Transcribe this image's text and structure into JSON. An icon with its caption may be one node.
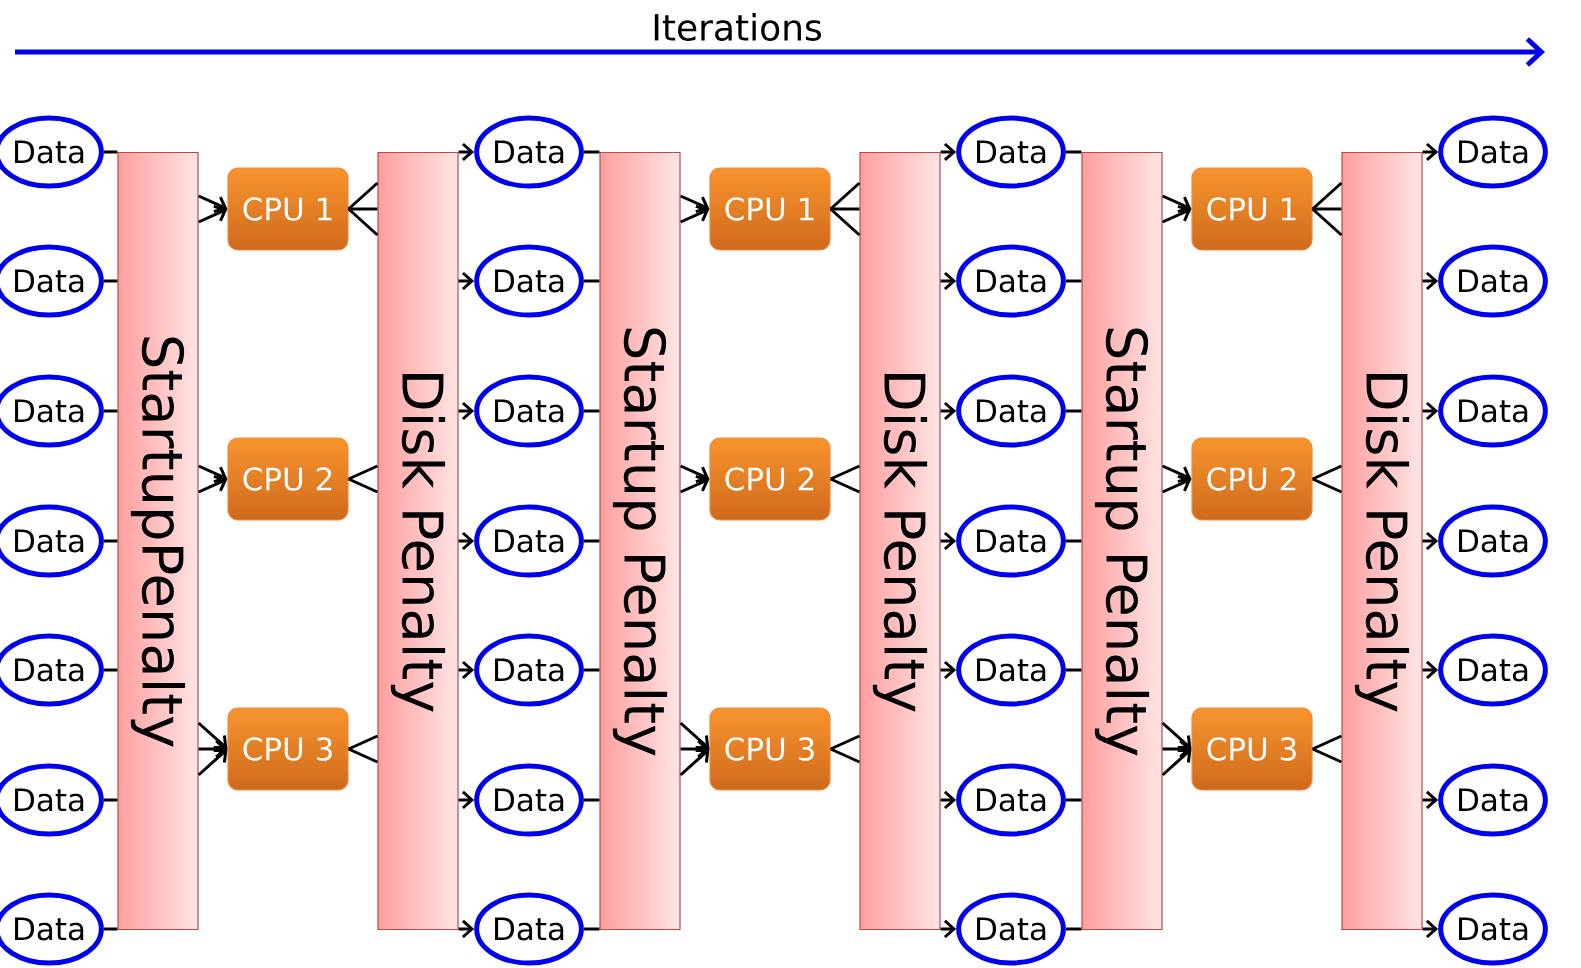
{
  "diagram": {
    "nodes": [
      {
        "text": [
          "Data"
        ]
      },
      {
        "text": [
          "Data"
        ]
      },
      {
        "text": [
          "Data"
        ]
      },
      {
        "text": [
          "Data"
        ]
      },
      {
        "text": [
          "Data"
        ]
      },
      {
        "text": [
          "Data"
        ]
      },
      {
        "text": [
          "Data"
        ]
      },
      {
        "text": [
          "StartupPenalty"
        ]
      },
      {
        "text": [
          "CPU 1"
        ]
      },
      {
        "text": [
          "CPU 2"
        ]
      },
      {
        "text": [
          "CPU 3"
        ]
      },
      {
        "text": [
          "Disk Penalty"
        ]
      },
      {
        "text": [
          "Data"
        ]
      },
      {
        "text": [
          "Data"
        ]
      },
      {
        "text": [
          "Data"
        ]
      },
      {
        "text": [
          "Data"
        ]
      },
      {
        "text": [
          "Data"
        ]
      },
      {
        "text": [
          "Data"
        ]
      },
      {
        "text": [
          "Data"
        ]
      },
      {
        "text": [
          "Startup Penalty"
        ]
      },
      {
        "text": [
          "CPU 1"
        ]
      },
      {
        "text": [
          "CPU 2"
        ]
      },
      {
        "text": [
          "CPU 3"
        ]
      },
      {
        "text": [
          "Disk Penalty"
        ]
      },
      {
        "text": [
          "Data"
        ]
      },
      {
        "text": [
          "Data"
        ]
      },
      {
        "text": [
          "Data"
        ]
      },
      {
        "text": [
          "Data"
        ]
      },
      {
        "text": [
          "Data"
        ]
      },
      {
        "text": [
          "Data"
        ]
      },
      {
        "text": [
          "Data"
        ]
      },
      {
        "text": [
          "Startup Penalty"
        ]
      },
      {
        "text": [
          "CPU 1"
        ]
      },
      {
        "text": [
          "CPU 2"
        ]
      },
      {
        "text": [
          "CPU 3"
        ]
      },
      {
        "text": [
          "Disk Penalty"
        ]
      },
      {
        "text": [
          "Data"
        ]
      },
      {
        "text": [
          "Data"
        ]
      },
      {
        "text": [
          "Data"
        ]
      },
      {
        "text": [
          "Data"
        ]
      },
      {
        "text": [
          "Data"
        ]
      },
      {
        "text": [
          "Data"
        ]
      },
      {
        "text": [
          "Data"
        ]
      }
    ],
    "edges": [
      {
        "from": 0,
        "to": 7,
        "arrow": "none"
      },
      {
        "from": 1,
        "to": 7,
        "arrow": "none"
      },
      {
        "from": 2,
        "to": 7,
        "arrow": "none"
      },
      {
        "from": 3,
        "to": 7,
        "arrow": "none"
      },
      {
        "from": 4,
        "to": 7,
        "arrow": "none"
      },
      {
        "from": 5,
        "to": 7,
        "arrow": "none"
      },
      {
        "from": 6,
        "to": 7,
        "arrow": "none"
      },
      {
        "from": 7,
        "to": 8,
        "arrow": "to"
      },
      {
        "from": 7,
        "to": 8,
        "arrow": "to"
      },
      {
        "from": 7,
        "to": 9,
        "arrow": "to"
      },
      {
        "from": 7,
        "to": 9,
        "arrow": "to"
      },
      {
        "from": 7,
        "to": 10,
        "arrow": "to"
      },
      {
        "from": 7,
        "to": 10,
        "arrow": "to"
      },
      {
        "from": 7,
        "to": 10,
        "arrow": "to"
      },
      {
        "from": 8,
        "to": 11,
        "arrow": "none"
      },
      {
        "from": 8,
        "to": 11,
        "arrow": "none"
      },
      {
        "from": 8,
        "to": 11,
        "arrow": "none"
      },
      {
        "from": 9,
        "to": 11,
        "arrow": "none"
      },
      {
        "from": 9,
        "to": 11,
        "arrow": "none"
      },
      {
        "from": 10,
        "to": 11,
        "arrow": "none"
      },
      {
        "from": 10,
        "to": 11,
        "arrow": "none"
      },
      {
        "from": 11,
        "to": 12,
        "arrow": "to"
      },
      {
        "from": 11,
        "to": 13,
        "arrow": "to"
      },
      {
        "from": 11,
        "to": 14,
        "arrow": "to"
      },
      {
        "from": 11,
        "to": 15,
        "arrow": "to"
      },
      {
        "from": 11,
        "to": 16,
        "arrow": "to"
      },
      {
        "from": 11,
        "to": 17,
        "arrow": "to"
      },
      {
        "from": 11,
        "to": 18,
        "arrow": "to"
      },
      {
        "from": 12,
        "to": 19,
        "arrow": "none"
      },
      {
        "from": 13,
        "to": 19,
        "arrow": "none"
      },
      {
        "from": 14,
        "to": 19,
        "arrow": "none"
      },
      {
        "from": 15,
        "to": 19,
        "arrow": "none"
      },
      {
        "from": 16,
        "to": 19,
        "arrow": "none"
      },
      {
        "from": 17,
        "to": 19,
        "arrow": "none"
      },
      {
        "from": 18,
        "to": 19,
        "arrow": "none"
      },
      {
        "from": 19,
        "to": 20,
        "arrow": "to"
      },
      {
        "from": 19,
        "to": 20,
        "arrow": "to"
      },
      {
        "from": 19,
        "to": 21,
        "arrow": "to"
      },
      {
        "from": 19,
        "to": 21,
        "arrow": "to"
      },
      {
        "from": 19,
        "to": 22,
        "arrow": "to"
      },
      {
        "from": 19,
        "to": 22,
        "arrow": "to"
      },
      {
        "from": 19,
        "to": 22,
        "arrow": "to"
      },
      {
        "from": 20,
        "to": 23,
        "arrow": "none"
      },
      {
        "from": 20,
        "to": 23,
        "arrow": "none"
      },
      {
        "from": 20,
        "to": 23,
        "arrow": "none"
      },
      {
        "from": 21,
        "to": 23,
        "arrow": "none"
      },
      {
        "from": 21,
        "to": 23,
        "arrow": "none"
      },
      {
        "from": 22,
        "to": 23,
        "arrow": "none"
      },
      {
        "from": 22,
        "to": 23,
        "arrow": "none"
      },
      {
        "from": 23,
        "to": 24,
        "arrow": "to"
      },
      {
        "from": 23,
        "to": 25,
        "arrow": "to"
      },
      {
        "from": 23,
        "to": 26,
        "arrow": "to"
      },
      {
        "from": 23,
        "to": 27,
        "arrow": "to"
      },
      {
        "from": 23,
        "to": 28,
        "arrow": "to"
      },
      {
        "from": 23,
        "to": 29,
        "arrow": "to"
      },
      {
        "from": 23,
        "to": 30,
        "arrow": "to"
      },
      {
        "from": 24,
        "to": 31,
        "arrow": "none"
      },
      {
        "from": 25,
        "to": 31,
        "arrow": "none"
      },
      {
        "from": 26,
        "to": 31,
        "arrow": "none"
      },
      {
        "from": 27,
        "to": 31,
        "arrow": "none"
      },
      {
        "from": 28,
        "to": 31,
        "arrow": "none"
      },
      {
        "from": 29,
        "to": 31,
        "arrow": "none"
      },
      {
        "from": 30,
        "to": 31,
        "arrow": "none"
      },
      {
        "from": 31,
        "to": 32,
        "arrow": "to"
      },
      {
        "from": 31,
        "to": 32,
        "arrow": "to"
      },
      {
        "from": 31,
        "to": 33,
        "arrow": "to"
      },
      {
        "from": 31,
        "to": 33,
        "arrow": "to"
      },
      {
        "from": 31,
        "to": 34,
        "arrow": "to"
      },
      {
        "from": 31,
        "to": 34,
        "arrow": "to"
      },
      {
        "from": 31,
        "to": 34,
        "arrow": "to"
      },
      {
        "from": 32,
        "to": 35,
        "arrow": "none"
      },
      {
        "from": 32,
        "to": 35,
        "arrow": "none"
      },
      {
        "from": 32,
        "to": 35,
        "arrow": "none"
      },
      {
        "from": 33,
        "to": 35,
        "arrow": "none"
      },
      {
        "from": 33,
        "to": 35,
        "arrow": "none"
      },
      {
        "from": 34,
        "to": 35,
        "arrow": "none"
      },
      {
        "from": 34,
        "to": 35,
        "arrow": "none"
      },
      {
        "from": 35,
        "to": 36,
        "arrow": "to"
      },
      {
        "from": 35,
        "to": 37,
        "arrow": "to"
      },
      {
        "from": 35,
        "to": 38,
        "arrow": "to"
      },
      {
        "from": 35,
        "to": 39,
        "arrow": "to"
      },
      {
        "from": 35,
        "to": 40,
        "arrow": "to"
      },
      {
        "from": 35,
        "to": 41,
        "arrow": "to"
      },
      {
        "from": 35,
        "to": 42,
        "arrow": "to"
      }
    ],
    "labels": [
      "Iterations"
    ]
  }
}
